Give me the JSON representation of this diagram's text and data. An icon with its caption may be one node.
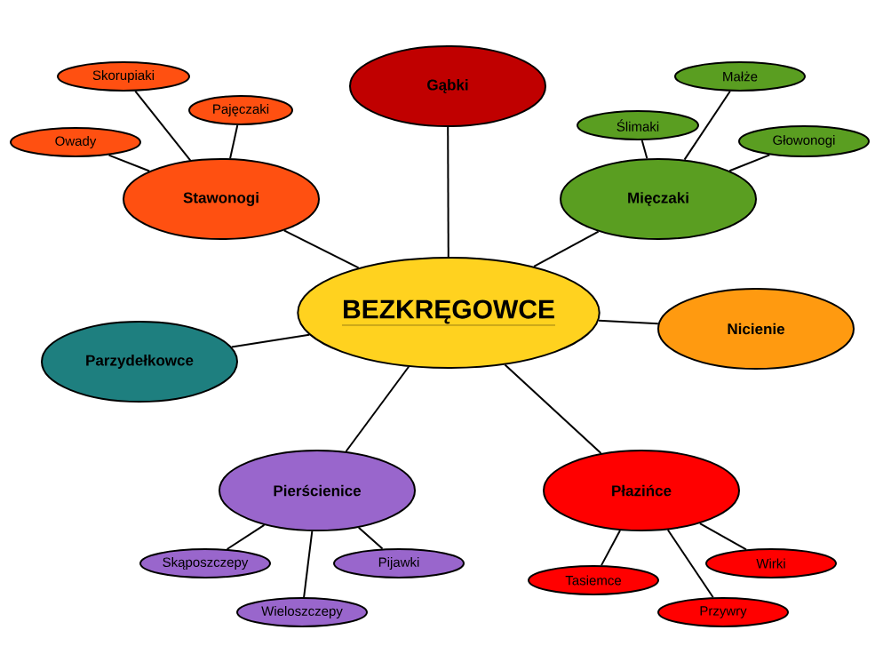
{
  "diagram": {
    "nodes": [
      {
        "text": [
          "BEZKRĘGOWCE"
        ]
      },
      {
        "text": [
          "Gąbki"
        ]
      },
      {
        "text": [
          "Stawonogi"
        ]
      },
      {
        "text": [
          "Skorupiaki"
        ]
      },
      {
        "text": [
          "Pajęczaki"
        ]
      },
      {
        "text": [
          "Owady"
        ]
      },
      {
        "text": [
          "Mięczaki"
        ]
      },
      {
        "text": [
          "Małże"
        ]
      },
      {
        "text": [
          "Ślimaki"
        ]
      },
      {
        "text": [
          "Głowonogi"
        ]
      },
      {
        "text": [
          "Nicienie"
        ]
      },
      {
        "text": [
          "Parzydełkowce"
        ]
      },
      {
        "text": [
          "Pierścienice"
        ]
      },
      {
        "text": [
          "Skąposzczepy"
        ]
      },
      {
        "text": [
          "Pijawki"
        ]
      },
      {
        "text": [
          "Wieloszczepy"
        ]
      },
      {
        "text": [
          "Płazińce"
        ]
      },
      {
        "text": [
          "Tasiemce"
        ]
      },
      {
        "text": [
          "Wirki"
        ]
      },
      {
        "text": [
          "Przywry"
        ]
      }
    ],
    "edges": [
      {
        "from": 0,
        "to": 1,
        "arrow": "none"
      },
      {
        "from": 0,
        "to": 2,
        "arrow": "none"
      },
      {
        "from": 2,
        "to": 3,
        "arrow": "none"
      },
      {
        "from": 2,
        "to": 4,
        "arrow": "none"
      },
      {
        "from": 2,
        "to": 5,
        "arrow": "none"
      },
      {
        "from": 0,
        "to": 6,
        "arrow": "none"
      },
      {
        "from": 6,
        "to": 7,
        "arrow": "none"
      },
      {
        "from": 6,
        "to": 8,
        "arrow": "none"
      },
      {
        "from": 6,
        "to": 9,
        "arrow": "none"
      },
      {
        "from": 0,
        "to": 10,
        "arrow": "none"
      },
      {
        "from": 0,
        "to": 11,
        "arrow": "none"
      },
      {
        "from": 0,
        "to": 12,
        "arrow": "none"
      },
      {
        "from": 12,
        "to": 13,
        "arrow": "none"
      },
      {
        "from": 12,
        "to": 14,
        "arrow": "none"
      },
      {
        "from": 12,
        "to": 15,
        "arrow": "none"
      },
      {
        "from": 0,
        "to": 16,
        "arrow": "none"
      },
      {
        "from": 16,
        "to": 17,
        "arrow": "none"
      },
      {
        "from": 16,
        "to": 18,
        "arrow": "none"
      },
      {
        "from": 16,
        "to": 19,
        "arrow": "none"
      }
    ]
  }
}
